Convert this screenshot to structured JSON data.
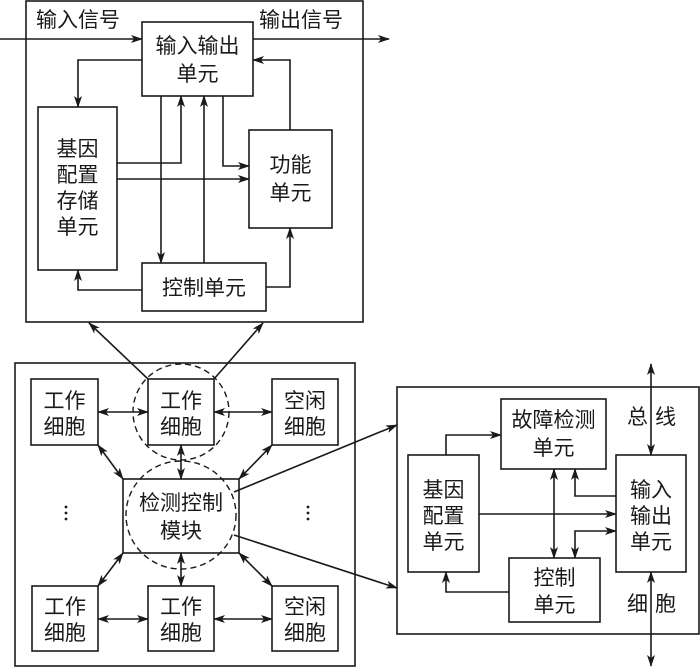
{
  "diagram": {
    "cell_detail": {
      "input_signal_label": "输入信号",
      "output_signal_label": "输出信号",
      "io_unit": [
        "输入输出",
        "单元"
      ],
      "gene_storage_unit": [
        "基因",
        "配置",
        "存储",
        "单元"
      ],
      "function_unit": [
        "功能",
        "单元"
      ],
      "control_unit": [
        "控制单元"
      ]
    },
    "cell_array": {
      "top_row": [
        {
          "label": [
            "工作",
            "细胞"
          ],
          "kind": "working"
        },
        {
          "label": [
            "工作",
            "细胞"
          ],
          "kind": "working"
        },
        {
          "label": [
            "空闲",
            "细胞"
          ],
          "kind": "idle"
        }
      ],
      "detection_module": [
        "检测控制",
        "模块"
      ],
      "ellipsis": "⋮",
      "bottom_row": [
        {
          "label": [
            "工作",
            "细胞"
          ],
          "kind": "working"
        },
        {
          "label": [
            "工作",
            "细胞"
          ],
          "kind": "working"
        },
        {
          "label": [
            "空闲",
            "细胞"
          ],
          "kind": "idle"
        }
      ]
    },
    "module_detail": {
      "fault_detection_unit": [
        "故障检测",
        "单元"
      ],
      "gene_config_unit": [
        "基因",
        "配置",
        "单元"
      ],
      "io_unit": [
        "输入",
        "输出",
        "单元"
      ],
      "control_unit": [
        "控制",
        "单元"
      ],
      "bus_label": [
        "总",
        "线"
      ],
      "cell_label": [
        "细",
        "胞"
      ]
    }
  }
}
